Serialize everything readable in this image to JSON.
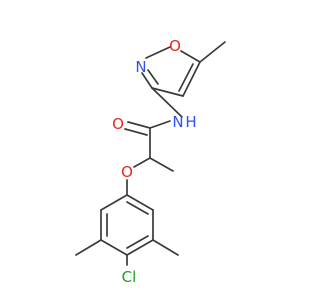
{
  "molecule": {
    "atoms": {
      "O_ring": "O",
      "N_ring": "N",
      "O_carbonyl": "O",
      "N_amide": "N",
      "H_amide": "H",
      "O_ether": "O",
      "Cl": "Cl"
    },
    "colors": {
      "bond": "#3a3a3a",
      "oxygen": "#e8291c",
      "nitrogen": "#3050f8",
      "chlorine": "#1fa01f",
      "hydrogen": "#3050f8"
    }
  }
}
